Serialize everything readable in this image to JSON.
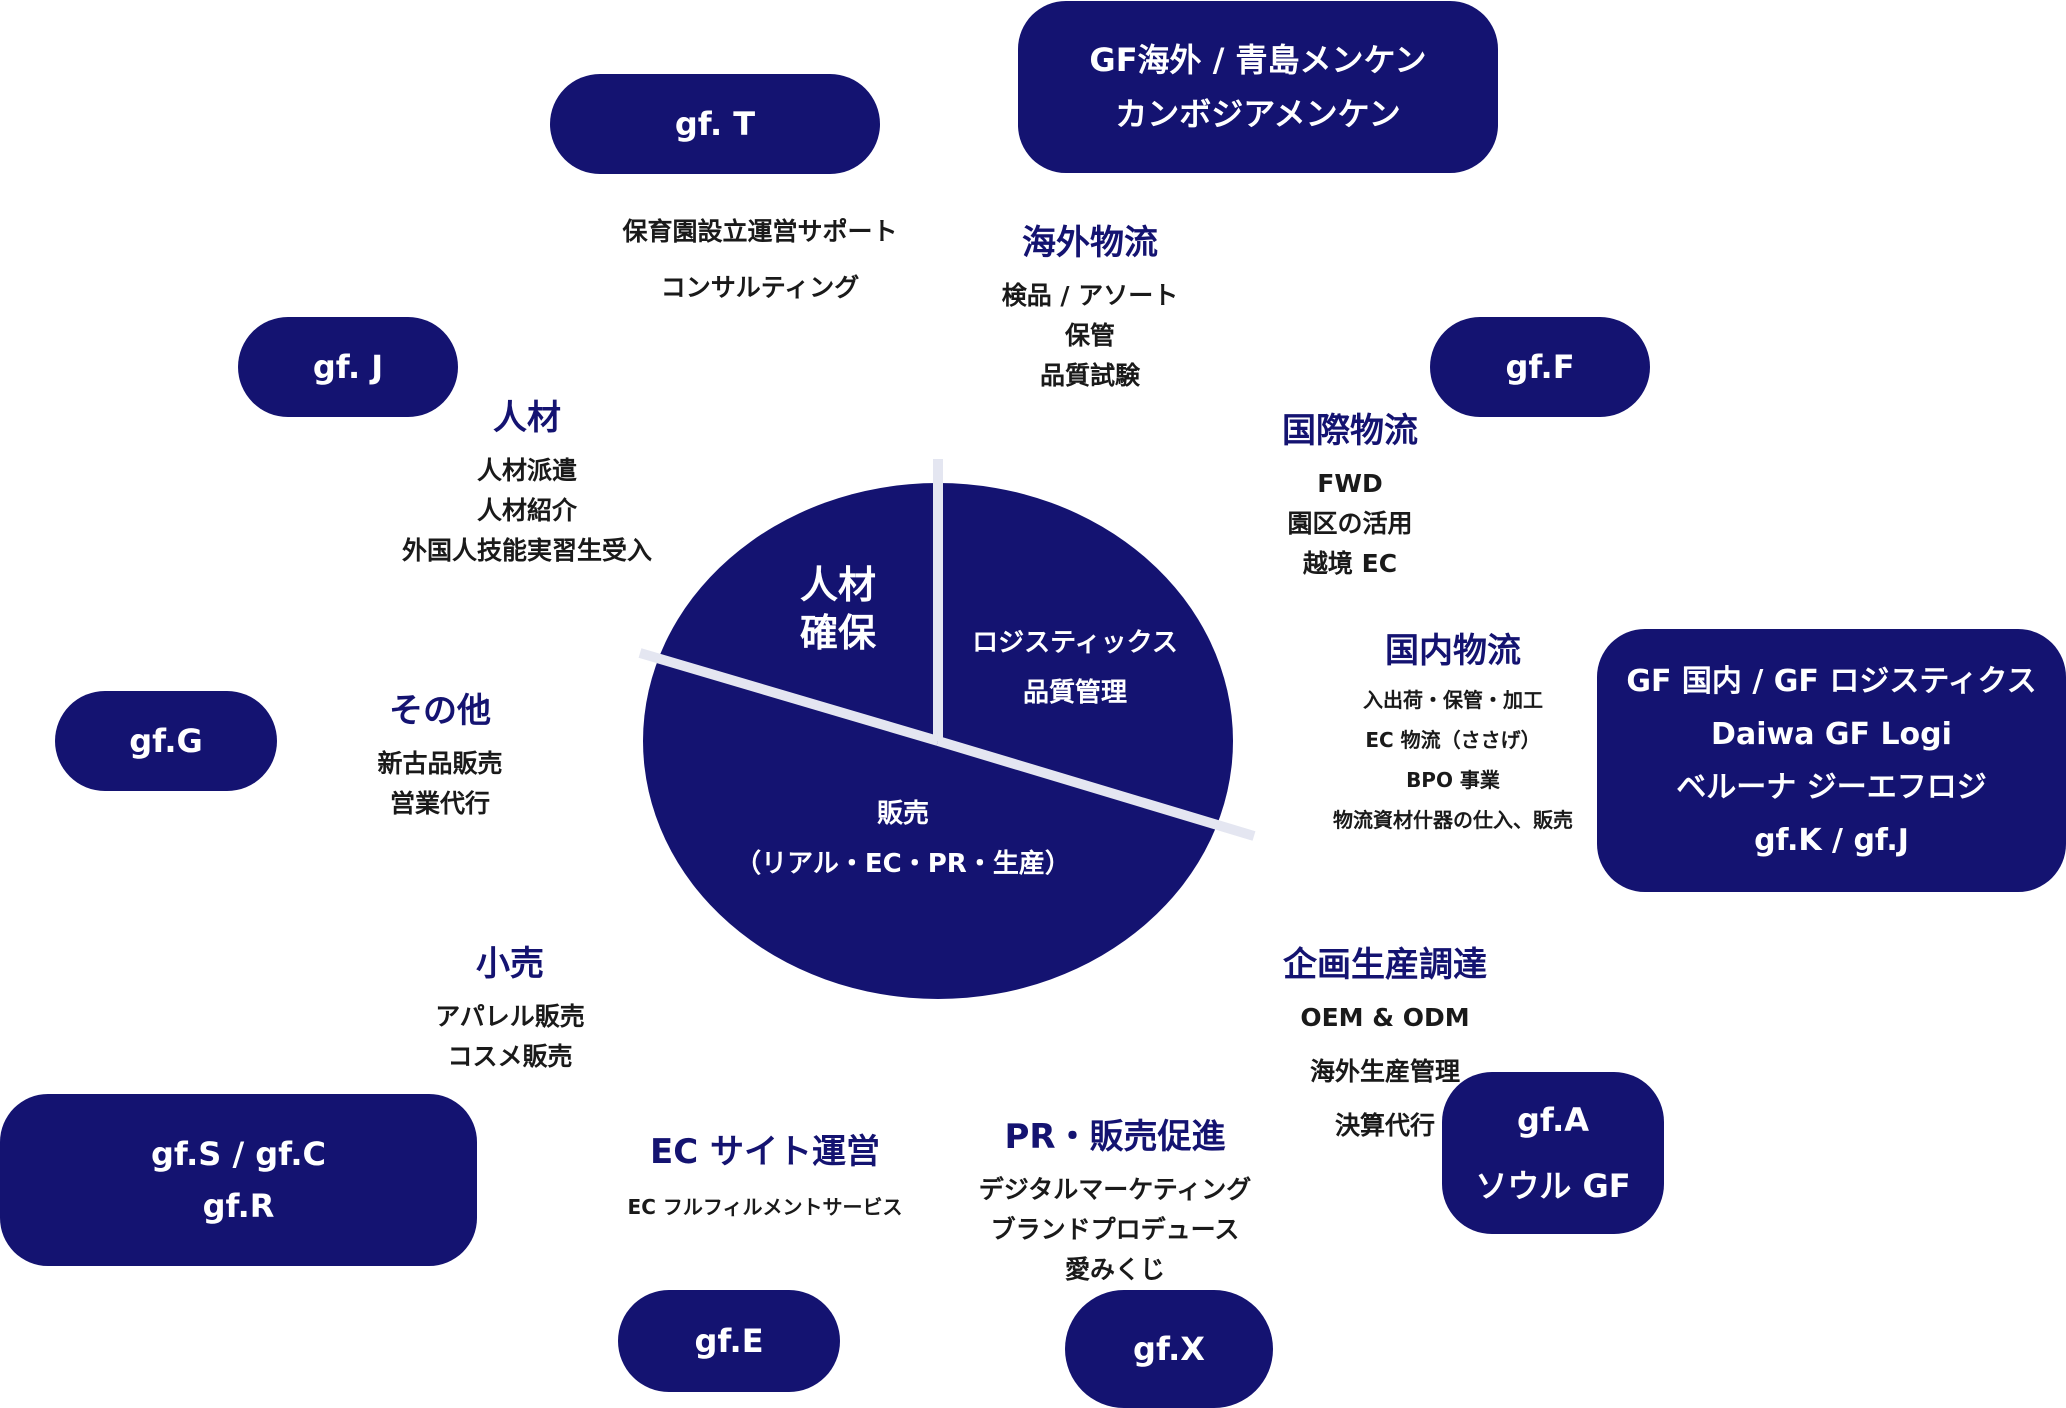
{
  "colors": {
    "navy": "#141371",
    "divider": "#e4e6f1",
    "text": "#1a1a1a",
    "white": "#ffffff"
  },
  "pie": {
    "segments": [
      {
        "name": "jinzai",
        "lines": [
          "人材",
          "確保"
        ]
      },
      {
        "name": "logistics",
        "lines": [
          "ロジスティックス",
          "品質管理"
        ]
      },
      {
        "name": "sales",
        "lines": [
          "販売",
          "（リアル・EC・PR・生産）"
        ]
      }
    ]
  },
  "pills": {
    "gft": [
      "gf. T"
    ],
    "overseas": [
      "GF海外 / 青島メンケン",
      "カンボジアメンケン"
    ],
    "gfj": [
      "gf. J"
    ],
    "gff": [
      "gf.F"
    ],
    "gfg": [
      "gf.G"
    ],
    "domestic": [
      "GF 国内 / GF ロジスティクス",
      "Daiwa GF Logi",
      "ベルーナ ジーエフロジ",
      "gf.K / gf.J"
    ],
    "gfsc": [
      "gf.S / gf.C",
      "gf.R"
    ],
    "gfa": [
      "gf.A",
      "ソウル GF"
    ],
    "gfe": [
      "gf.E"
    ],
    "gfx": [
      "gf.X"
    ]
  },
  "sections": {
    "consulting": {
      "items": [
        "保育園設立運営サポート",
        "コンサルティング"
      ]
    },
    "overseas_logistics": {
      "heading": "海外物流",
      "items": [
        "検品 / アソート",
        "保管",
        "品質試験"
      ]
    },
    "jinzai": {
      "heading": "人材",
      "items": [
        "人材派遣",
        "人材紹介",
        "外国人技能実習生受入"
      ]
    },
    "intl_logistics": {
      "heading": "国際物流",
      "items": [
        "FWD",
        "園区の活用",
        "越境 EC"
      ]
    },
    "domestic_logistics": {
      "heading": "国内物流",
      "items": [
        "入出荷・保管・加工",
        "EC 物流（ささげ）",
        "BPO 事業",
        "物流資材什器の仕入、販売"
      ]
    },
    "other": {
      "heading": "その他",
      "items": [
        "新古品販売",
        "営業代行"
      ]
    },
    "retail": {
      "heading": "小売",
      "items": [
        "アパレル販売",
        "コスメ販売"
      ]
    },
    "planning": {
      "heading": "企画生産調達",
      "items": [
        "OEM & ODM",
        "海外生産管理",
        "決算代行"
      ]
    },
    "ec_site": {
      "heading": "EC サイト運営",
      "items": [
        "EC フルフィルメントサービス"
      ]
    },
    "pr": {
      "heading": "PR・販売促進",
      "items": [
        "デジタルマーケティング",
        "ブランドプロデュース",
        "愛みくじ"
      ]
    }
  }
}
